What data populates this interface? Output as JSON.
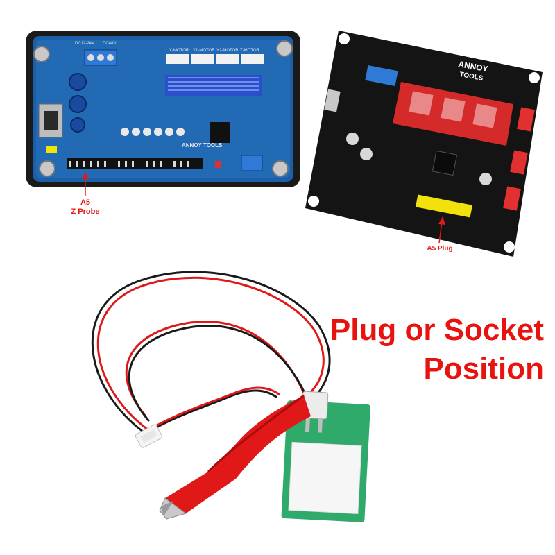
{
  "colors": {
    "accent": "#e8120f",
    "board_blue": "#1c5fa8",
    "board_black": "#141414",
    "driver_red": "#d42a2a",
    "cable_red": "#e01818",
    "probe_green": "#2faa6a"
  },
  "left_board": {
    "brand": "ANNOY TOOLS",
    "silk_labels": [
      "X-MOTOR",
      "Y1-MOTOR",
      "Y2-MOTOR",
      "Z-MOTOR"
    ],
    "power_labels": [
      "DC12-24V",
      "DC48V"
    ],
    "callout_line1": "A5",
    "callout_line2": "Z Probe"
  },
  "right_board": {
    "brand_line1": "ANNOY",
    "brand_line2": "TOOLS",
    "callout": "A5 Plug"
  },
  "headline": {
    "line1": "Plug or Socket",
    "line2": "Position"
  }
}
